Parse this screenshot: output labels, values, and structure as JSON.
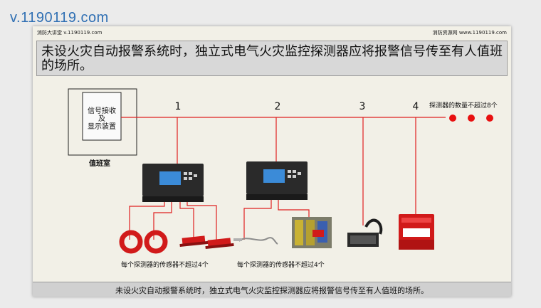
{
  "watermark": "v.1190119.com",
  "header": {
    "left": "消防大讲堂 v.1190119.com",
    "right": "消防资源网 www.1190119.com"
  },
  "title": "未设火灾自动报警系统时，独立式电气火灾监控探测器应将报警信号传至有人值班的场所。",
  "diagram": {
    "receiver_label_1": "信号接收",
    "receiver_label_2": "及",
    "receiver_label_3": "显示装置",
    "room_label": "值班室",
    "branch_numbers": [
      "1",
      "2",
      "3",
      "4"
    ],
    "detector_limit_note": "探测器的数量不超过8个",
    "sensor_limit_note_1": "每个探测器的传感器不超过4个",
    "sensor_limit_note_2": "每个探测器的传感器不超过4个"
  },
  "caption": "未设火灾自动报警系统时，独立式电气火灾监控探测器应将报警信号传至有人值班的场所。",
  "colors": {
    "line": "#e02020",
    "dot": "#e81010",
    "background": "#f2f0e7"
  }
}
